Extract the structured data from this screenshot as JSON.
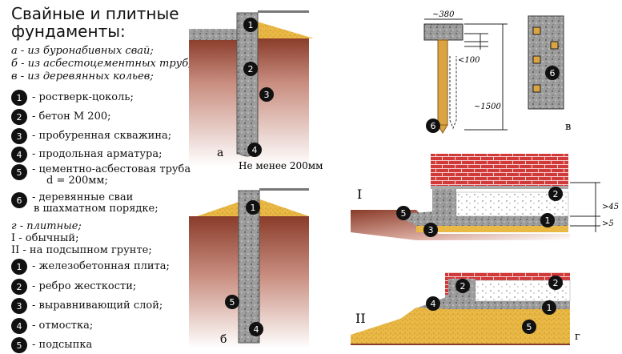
{
  "title_line1": "Свайные и плитные",
  "title_line2": "фундаменты:",
  "subtitles": {
    "a": "а - из буронабивных свай;",
    "b": "б - из асбестоцементных труб;",
    "v": "в - из деревянных кольев;",
    "g": "г - плитные;"
  },
  "legend_piles": [
    {
      "num": "1",
      "text": "- ростверк-цоколь;"
    },
    {
      "num": "2",
      "text": "- бетон М 200;"
    },
    {
      "num": "3",
      "text": "- пробуренная скважина;"
    },
    {
      "num": "4",
      "text": "- продольная арматура;"
    },
    {
      "num": "5",
      "text": "- цементно-асбестовая труба",
      "text2": "d = 200мм;"
    },
    {
      "num": "6",
      "text": "- деревянные сваи",
      "text2": "в шахматном порядке;"
    }
  ],
  "slab_types": [
    "I - обычный;",
    "II - на подсыпном грунте;"
  ],
  "legend_slab": [
    {
      "num": "1",
      "text": "- железобетонная плита;"
    },
    {
      "num": "2",
      "text": "- ребро жесткости;"
    },
    {
      "num": "3",
      "text": "- выравнивающий слой;"
    },
    {
      "num": "4",
      "text": "- отмостка;"
    },
    {
      "num": "5",
      "text": "- подсыпка"
    }
  ],
  "diagram_labels": {
    "a": "а",
    "b": "б",
    "v": "в",
    "g": "г",
    "roman1": "I",
    "roman2": "II",
    "min_depth": "Не менее 200мм",
    "dim_380": "~380",
    "dim_100": "<100",
    "dim_1500": "~1500",
    "dim_45": ">45",
    "dim_5": ">5"
  },
  "colors": {
    "concrete": "#9a9a9a",
    "soil_top": "#8a3c2a",
    "soil_fade": "#f6e3dc",
    "sand": "#e9b845",
    "brick": "#d23a3a",
    "wood": "#d9a441",
    "steel": "#777777"
  }
}
